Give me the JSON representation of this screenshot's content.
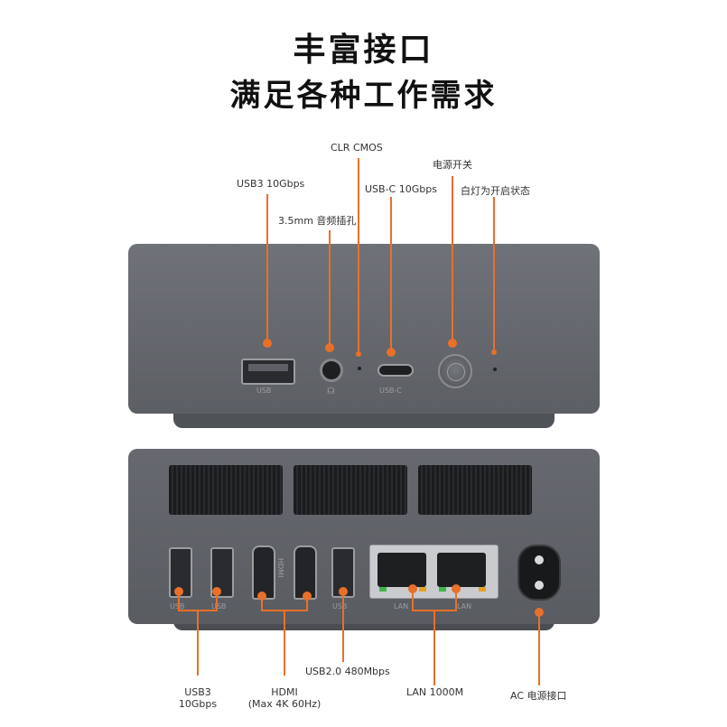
{
  "heading": {
    "line1": "丰富接口",
    "line2": "满足各种工作需求"
  },
  "front_labels": {
    "usb3": "USB3 10Gbps",
    "audio": "3.5mm 音频插孔",
    "clr_cmos": "CLR CMOS",
    "usbc": "USB-C 10Gbps",
    "power": "电源开关",
    "led": "白灯为开启状态"
  },
  "front_port_print": {
    "usb": "USB",
    "usbc": "USB-C"
  },
  "back_labels": {
    "usb3_line1": "USB3",
    "usb3_line2": "10Gbps",
    "hdmi_line1": "HDMI",
    "hdmi_line2": "(Max 4K 60Hz)",
    "usb2": "USB2.0 480Mbps",
    "lan": "LAN 1000M",
    "ac": "AC 电源接口"
  },
  "back_port_print": {
    "usb": "USB",
    "lan": "LAN",
    "hdmi": "HDMI"
  },
  "colors": {
    "accent": "#e8702a",
    "device": "#5f6267",
    "led_green": "#3fb54a",
    "led_orange": "#e8a020"
  }
}
